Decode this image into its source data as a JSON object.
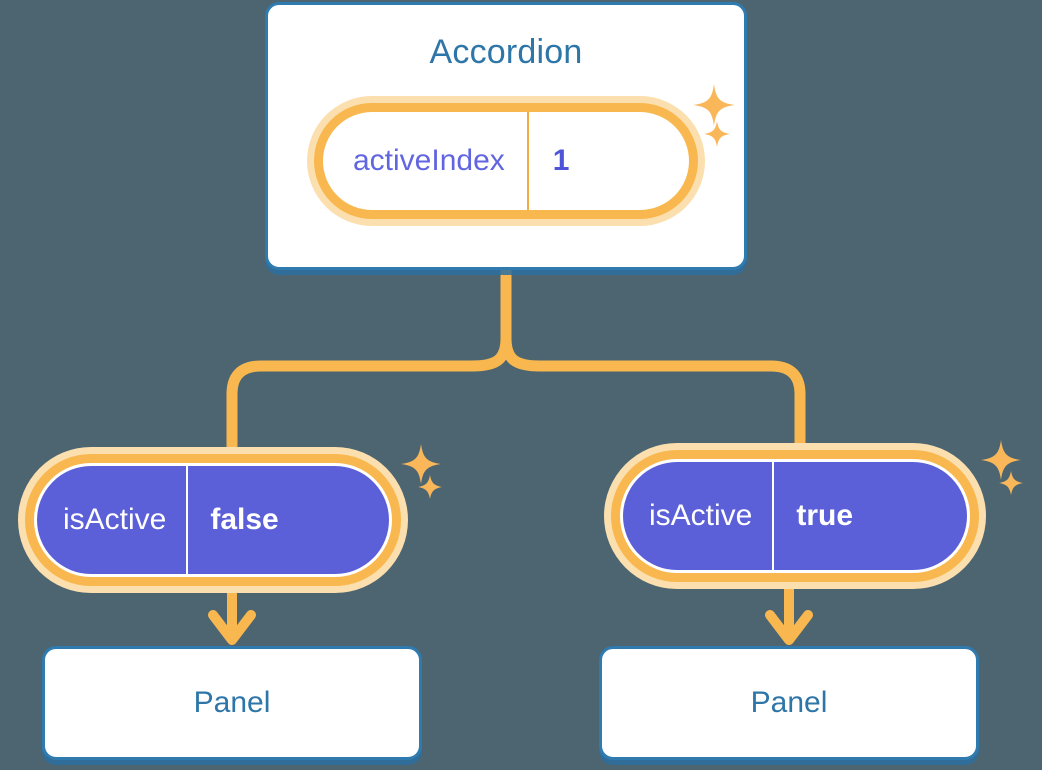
{
  "background_color": "#4c6570",
  "colors": {
    "card_border": "#2f7bb0",
    "title_text": "#2e76a8",
    "pill_ring": "#f9b84f",
    "pill_halo": "#fbdfae",
    "pill_purple_fill": "#5c60d8",
    "pill_key_text_on_white": "#6166e0",
    "pill_value_text_on_white": "#4f55d8",
    "pill_text_on_purple": "#ffffff",
    "connector": "#f9b84f",
    "sparkle": "#f9b75a"
  },
  "tree": {
    "root": {
      "title": "Accordion",
      "state_pill": {
        "key": "activeIndex",
        "value": "1",
        "style": "white"
      }
    },
    "branches": [
      {
        "state_pill": {
          "key": "isActive",
          "value": "false",
          "style": "purple"
        },
        "child": {
          "title": "Panel"
        }
      },
      {
        "state_pill": {
          "key": "isActive",
          "value": "true",
          "style": "purple"
        },
        "child": {
          "title": "Panel"
        }
      }
    ]
  },
  "icons": {
    "sparkle_large": "sparkle-four-point-large",
    "sparkle_small": "sparkle-four-point-small",
    "arrow": "arrow-down"
  }
}
